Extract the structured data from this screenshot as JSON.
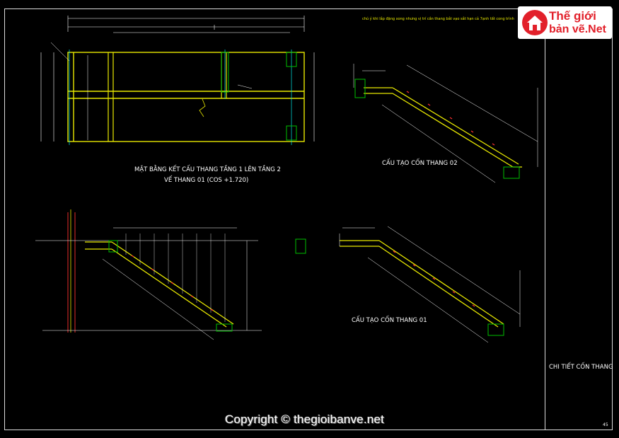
{
  "logo": {
    "line1": "Thế giới",
    "line2": "bản vẽ.Net"
  },
  "note_top": "chú ý khi lắp đặng xong nhưng vị trí cần thang bắt vạo sắt hạn cả 7ạnh tất cong trình",
  "plan_title_line1": "MẶT BẰNG KẾT CẤU THANG TẦNG 1 LÊN TẦNG 2",
  "plan_title_line2": "VẾ THANG 01 (COS +1.720)",
  "detail_02_title": "CẤU TẠO CỐN THANG 02",
  "detail_01_title": "CẤU TẠO CỐN THANG 01",
  "sheet_title": "CHI TIẾT CỐN THANG",
  "sheet_number": "45",
  "copyright": "Copyright © thegioibanve.net",
  "colors": {
    "background": "#000000",
    "steel": "#e8e800",
    "dimension": "#ffffff",
    "marker": "#ff3030",
    "grid_cyan": "#00e5e5",
    "connection_green": "#00c000",
    "logo_red": "#e2202a"
  }
}
